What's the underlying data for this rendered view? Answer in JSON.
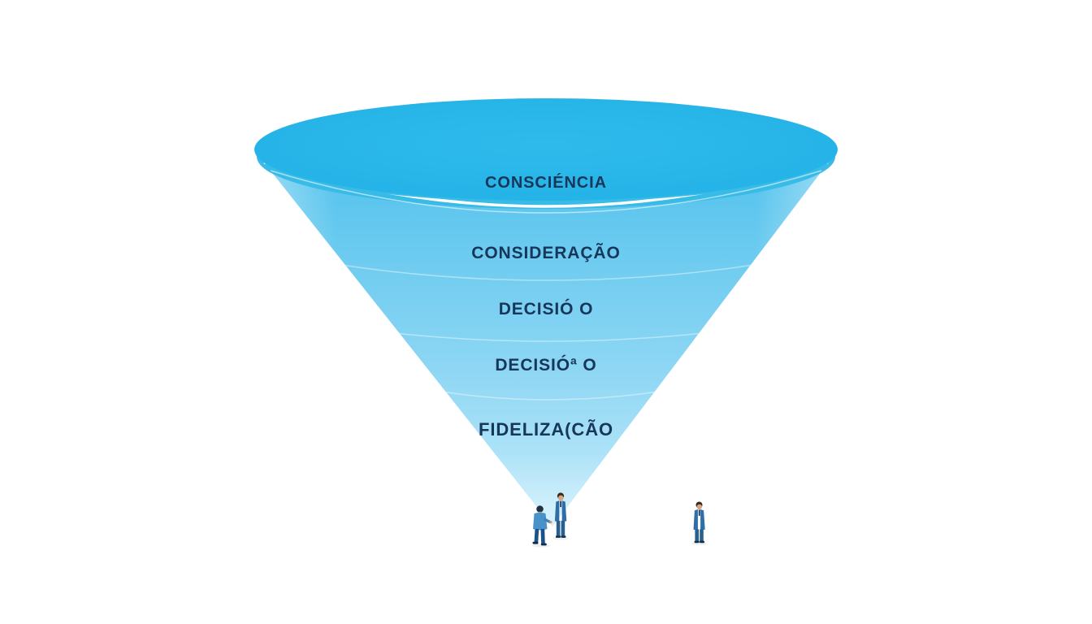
{
  "diagram": {
    "type": "marketing-funnel",
    "background": "#ffffff",
    "funnel": {
      "stages": [
        {
          "label": "CONSCIÉNCIA"
        },
        {
          "label": "CONSIDERAÇÃO"
        },
        {
          "label": "DECISIÓ O"
        },
        {
          "label": "DECISIÓª O"
        },
        {
          "label": "FIDELIZA(CÃO"
        }
      ],
      "colors": {
        "top_ellipse": "#27b5e8",
        "top_ellipse_edge": "#17abdf",
        "rim_lip": "#39bbe7",
        "rim_stripe": "#ffffff",
        "cone_top": "#4fc1ec",
        "cone_bottom": "#c6ecfb",
        "label_text": "#16365a"
      }
    },
    "figures": [
      {
        "name": "person-back-view-left",
        "jacket": "#4a92ca",
        "trousers": "#1d5286"
      },
      {
        "name": "person-standing-center",
        "suit": "#2e6da6"
      },
      {
        "name": "person-standing-right",
        "suit": "#2f6fa9"
      }
    ]
  }
}
